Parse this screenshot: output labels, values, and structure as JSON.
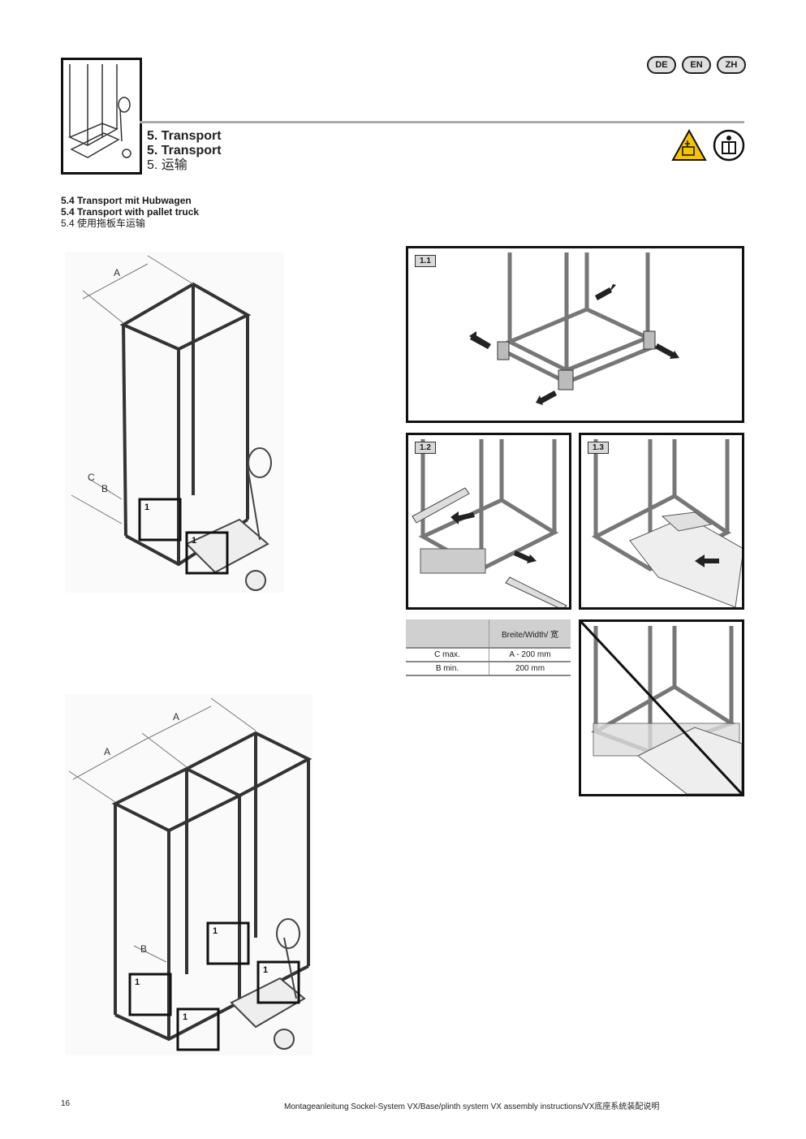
{
  "header": {
    "languages": [
      "DE",
      "EN",
      "ZH"
    ],
    "titles": [
      "5. Transport",
      "5. Transport",
      "5. 运输"
    ],
    "icons": [
      "heavy-load-warning-icon",
      "mandatory-instruction-icon"
    ]
  },
  "section": {
    "lines": [
      "5.4 Transport mit Hubwagen",
      "5.4 Transport with pallet truck",
      "5.4 使用拖板车运输"
    ]
  },
  "figures": {
    "dimension_labels": {
      "a": "A",
      "b": "B",
      "c": "C"
    },
    "callout": "1",
    "panels": [
      "1.1",
      "1.2",
      "1.3"
    ]
  },
  "spec_table": {
    "header": "Breite/Width/ 宽",
    "rows": [
      {
        "label": "C max.",
        "value": "A - 200 mm"
      },
      {
        "label": "B min.",
        "value": "200 mm"
      }
    ]
  },
  "footer": {
    "page": "16",
    "text": "Montageanleitung Sockel-System VX/Base/plinth system VX assembly instructions/VX底座系统装配说明"
  }
}
